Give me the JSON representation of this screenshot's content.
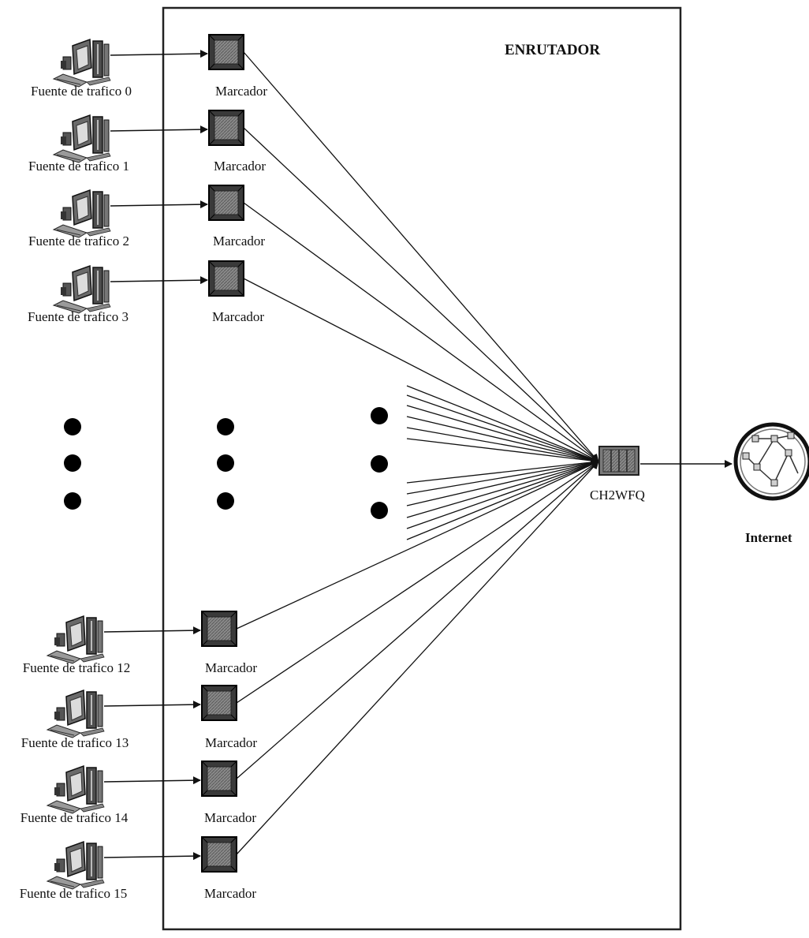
{
  "router": {
    "title": "ENRUTADOR"
  },
  "sources": [
    {
      "label": "Fuente de trafico 0",
      "marker_label": "Marcador"
    },
    {
      "label": "Fuente de trafico 1",
      "marker_label": "Marcador"
    },
    {
      "label": "Fuente de trafico 2",
      "marker_label": "Marcador"
    },
    {
      "label": "Fuente de trafico 3",
      "marker_label": "Marcador"
    },
    {
      "label": "Fuente de trafico 12",
      "marker_label": "Marcador"
    },
    {
      "label": "Fuente de trafico 13",
      "marker_label": "Marcador"
    },
    {
      "label": "Fuente de trafico 14",
      "marker_label": "Marcador"
    },
    {
      "label": "Fuente de trafico 15",
      "marker_label": "Marcador"
    }
  ],
  "scheduler": {
    "label": "CH2WFQ"
  },
  "internet": {
    "label": "Internet"
  },
  "colors": {
    "line": "#111111",
    "box": "#6f6f6f",
    "box_dark": "#3a3a3a"
  },
  "icons": {
    "source": "computer-icon",
    "marker": "marker-box-icon",
    "scheduler": "queue-icon",
    "internet": "network-globe-icon"
  }
}
